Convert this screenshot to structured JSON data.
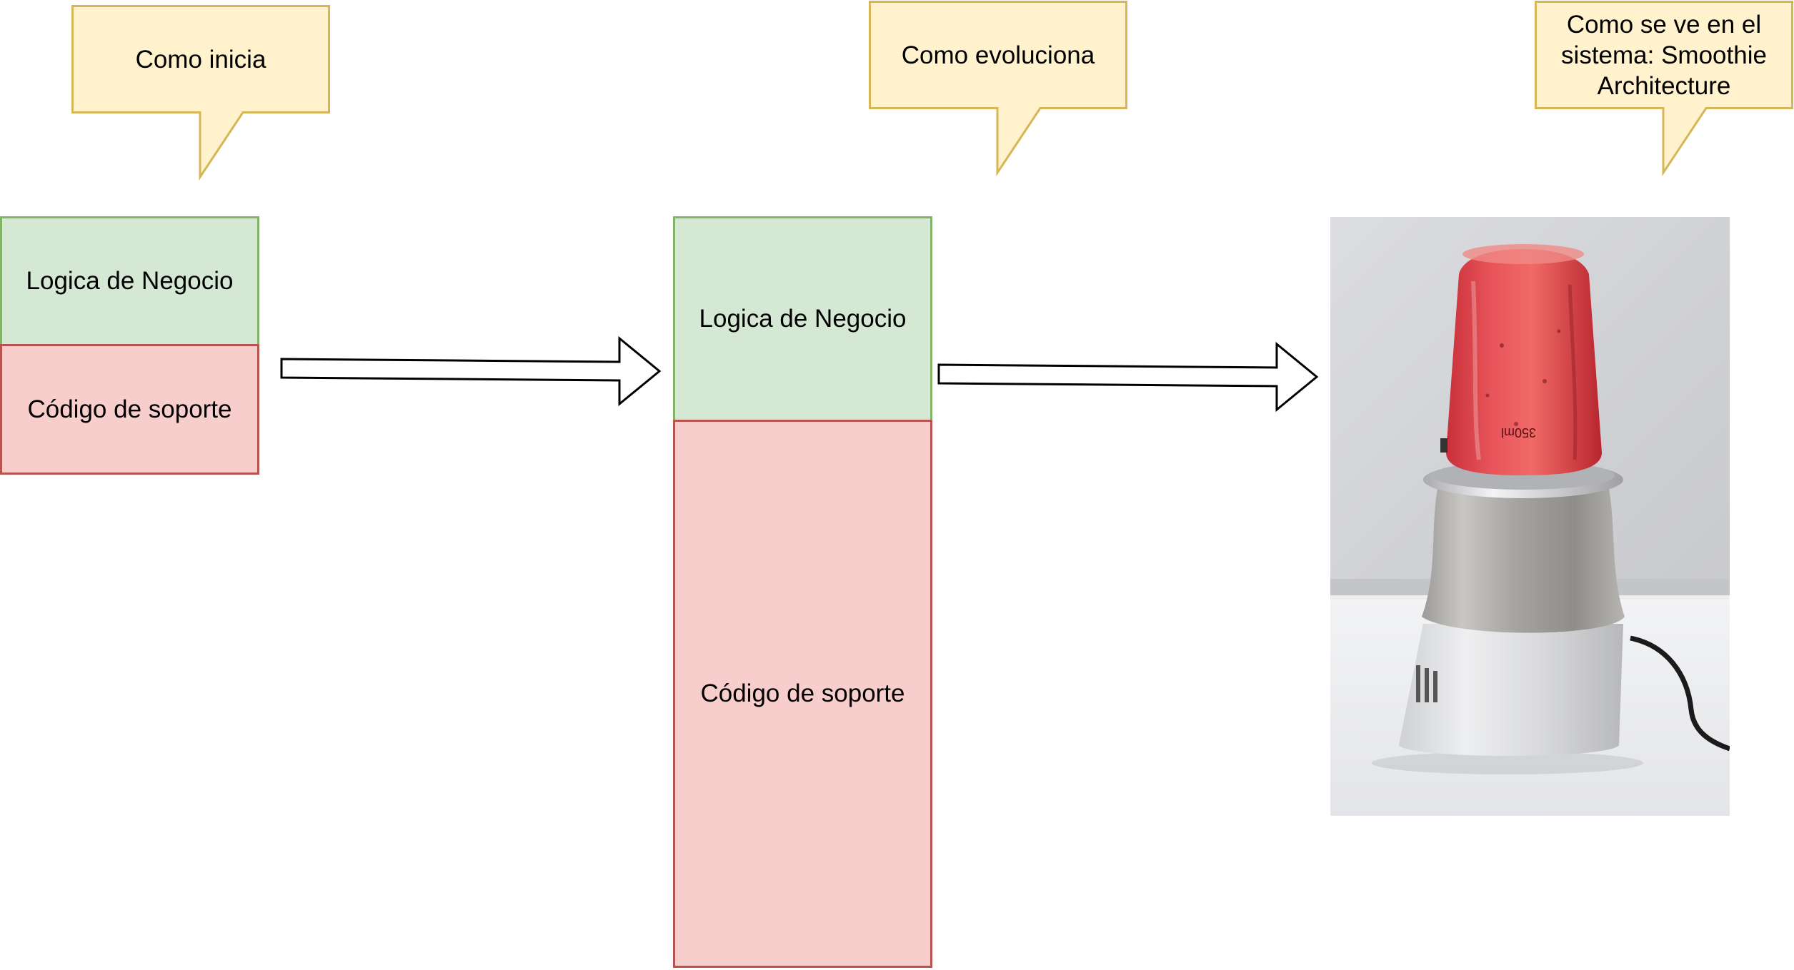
{
  "callouts": {
    "start": "Como inicia",
    "evolution": "Como evoluciona",
    "system": "Como se ve en el sistema: Smoothie Architecture"
  },
  "stage1": {
    "business_logic": "Logica de Negocio",
    "support_code": "Código de soporte"
  },
  "stage2": {
    "business_logic": "Logica de Negocio",
    "support_code": "Código de soporte"
  },
  "photo": {
    "subject": "smoothie blender",
    "cup_marking": "350ml"
  },
  "colors": {
    "callout_fill": "#fff2cc",
    "callout_stroke": "#d6b656",
    "logic_fill": "#d5e8d4",
    "logic_stroke": "#82b366",
    "support_fill": "#f8cecc",
    "support_stroke": "#b85450"
  }
}
